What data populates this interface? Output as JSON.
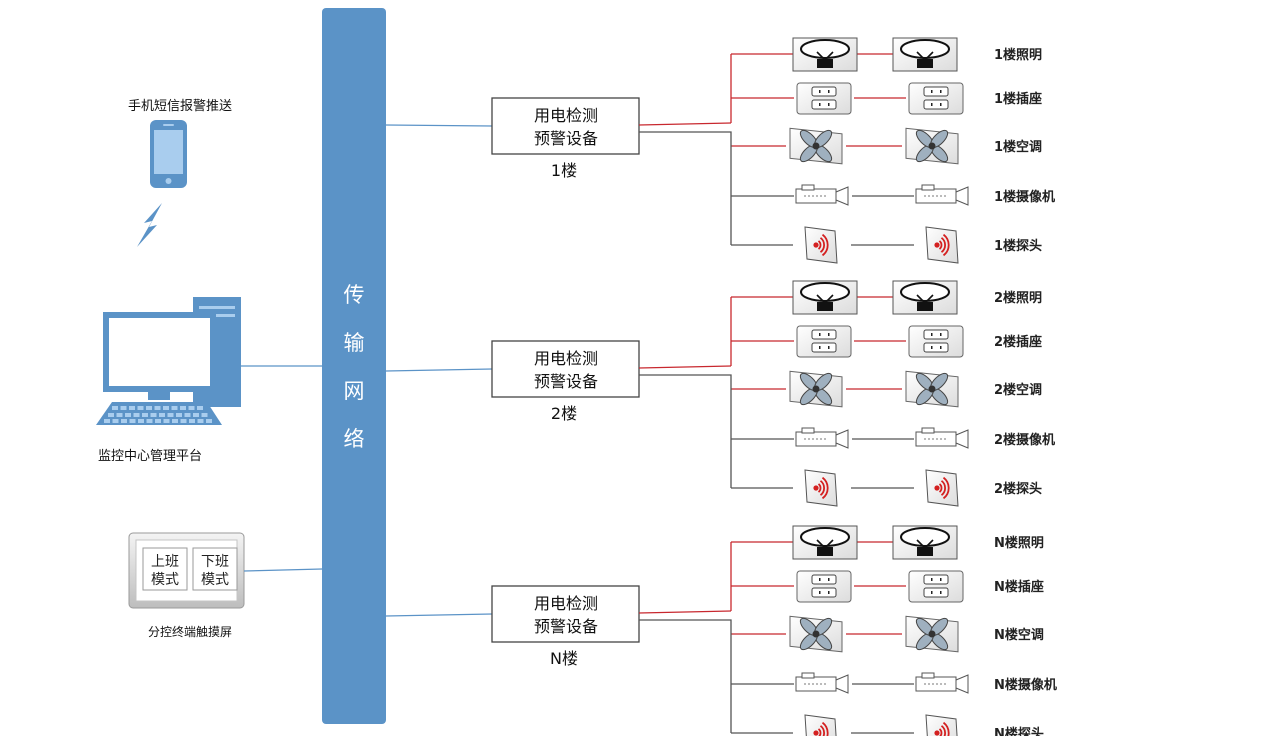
{
  "left": {
    "sms_label": "手机短信报警推送",
    "pc_label": "监控中心管理平台",
    "touch_label": "分控终端触摸屏",
    "touch_buttons": [
      {
        "line1": "上班",
        "line2": "模式"
      },
      {
        "line1": "下班",
        "line2": "模式"
      }
    ]
  },
  "network": {
    "chars": [
      "传",
      "输",
      "网",
      "络"
    ]
  },
  "floors": [
    {
      "device_line1": "用电检测",
      "device_line2": "预警设备",
      "floor_label": "1楼",
      "items": [
        {
          "label": "1楼照明",
          "icon": "lamp-icon"
        },
        {
          "label": "1楼插座",
          "icon": "socket-icon"
        },
        {
          "label": "1楼空调",
          "icon": "fan-icon"
        },
        {
          "label": "1楼摄像机",
          "icon": "camera-icon"
        },
        {
          "label": "1楼探头",
          "icon": "sensor-icon"
        }
      ]
    },
    {
      "device_line1": "用电检测",
      "device_line2": "预警设备",
      "floor_label": "2楼",
      "items": [
        {
          "label": "2楼照明",
          "icon": "lamp-icon"
        },
        {
          "label": "2楼插座",
          "icon": "socket-icon"
        },
        {
          "label": "2楼空调",
          "icon": "fan-icon"
        },
        {
          "label": "2楼摄像机",
          "icon": "camera-icon"
        },
        {
          "label": "2楼探头",
          "icon": "sensor-icon"
        }
      ]
    },
    {
      "device_line1": "用电检测",
      "device_line2": "预警设备",
      "floor_label": "N楼",
      "items": [
        {
          "label": "N楼照明",
          "icon": "lamp-icon"
        },
        {
          "label": "N楼插座",
          "icon": "socket-icon"
        },
        {
          "label": "N楼空调",
          "icon": "fan-icon"
        },
        {
          "label": "N楼摄像机",
          "icon": "camera-icon"
        },
        {
          "label": "N楼探头",
          "icon": "sensor-icon"
        }
      ]
    }
  ],
  "colors": {
    "bus": "#5b93c7",
    "power_line": "#c8282e",
    "signal_line": "#555555",
    "link_line": "#5b93c7",
    "alarm": "#d42020"
  }
}
